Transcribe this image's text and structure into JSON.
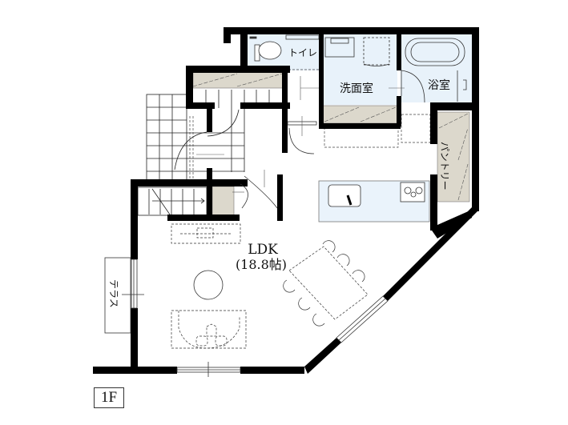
{
  "floor_label": "1F",
  "rooms": {
    "toilet": "トイレ",
    "washroom": "洗面室",
    "bathroom": "浴室",
    "pantry": "パントリー",
    "ldk_name": "LDK",
    "ldk_size": "(18.8帖)",
    "terrace": "テラス"
  },
  "colors": {
    "wall": "#000000",
    "wet_area": "#e8f2fa",
    "storage": "#dcd8cc",
    "kitchen_counter": "#eaf3fb",
    "line": "#333333"
  }
}
